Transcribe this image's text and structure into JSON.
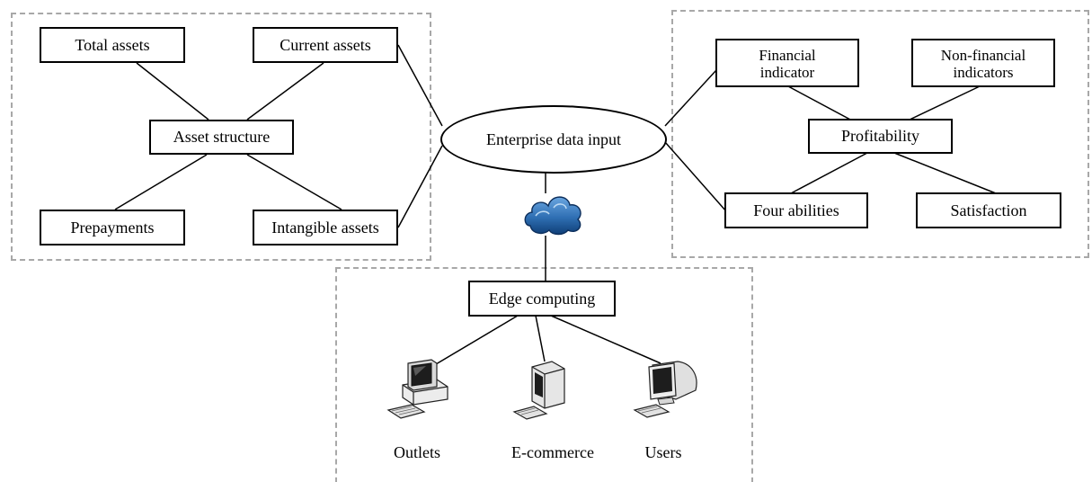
{
  "left_group": {
    "hub": "Asset structure",
    "items": [
      "Total assets",
      "Current assets",
      "Prepayments",
      "Intangible assets"
    ]
  },
  "center": {
    "input": "Enterprise data input",
    "edge": "Edge computing"
  },
  "right_group": {
    "hub": "Profitability",
    "financial": [
      "Financial",
      "indicator"
    ],
    "non_financial": [
      "Non-financial",
      "indicators"
    ],
    "four_abilities": "Four abilities",
    "satisfaction": "Satisfaction"
  },
  "terminals": [
    "Outlets",
    "E-commerce",
    "Users"
  ],
  "colors": {
    "line": "#000000",
    "region_border": "#a8a8a8",
    "cloud": "#2f6fb3"
  },
  "icons": [
    "cloud-icon",
    "desktop-computer-icon",
    "workstation-icon",
    "crt-monitor-icon"
  ]
}
